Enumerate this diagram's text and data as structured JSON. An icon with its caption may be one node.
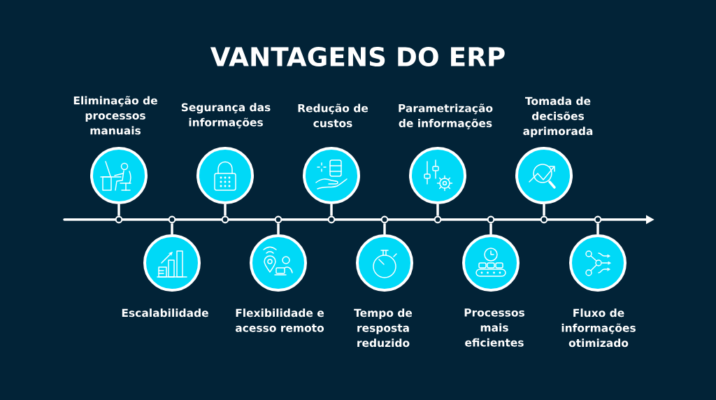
{
  "diagram": {
    "title": "VANTAGENS DO ERP",
    "nodes": [
      {
        "text": [
          "Eliminação de processos manuais"
        ]
      },
      {
        "text": [
          "Escalabilidade"
        ]
      },
      {
        "text": [
          "Segurança das informações"
        ]
      },
      {
        "text": [
          "Flexibilidade e acesso remoto"
        ]
      },
      {
        "text": [
          "Redução de custos"
        ]
      },
      {
        "text": [
          "Tempo de resposta reduzido"
        ]
      },
      {
        "text": [
          "Parametrização de informações"
        ]
      },
      {
        "text": [
          "Processos mais eficientes"
        ]
      },
      {
        "text": [
          "Tomada de decisões aprimorada"
        ]
      },
      {
        "text": [
          "Fluxo de informações otimizado"
        ]
      },
      {
        "text": [],
        "shape": "circle"
      },
      {
        "text": [],
        "shape": "circle"
      },
      {
        "text": [],
        "shape": "circle"
      },
      {
        "text": [],
        "shape": "circle"
      },
      {
        "text": [],
        "shape": "circle"
      },
      {
        "text": [],
        "shape": "circle"
      },
      {
        "text": [],
        "shape": "circle"
      },
      {
        "text": [],
        "shape": "circle"
      },
      {
        "text": [],
        "shape": "circle"
      },
      {
        "text": [],
        "shape": "circle"
      }
    ],
    "edges": [
      {
        "from": 0,
        "to": 10,
        "arrow": "none"
      },
      {
        "from": 1,
        "to": 11,
        "arrow": "none"
      },
      {
        "from": 2,
        "to": 12,
        "arrow": "none"
      },
      {
        "from": 3,
        "to": 13,
        "arrow": "none"
      },
      {
        "from": 4,
        "to": 14,
        "arrow": "none"
      },
      {
        "from": 5,
        "to": 15,
        "arrow": "none"
      },
      {
        "from": 6,
        "to": 16,
        "arrow": "none"
      },
      {
        "from": 7,
        "to": 17,
        "arrow": "none"
      },
      {
        "from": 8,
        "to": 18,
        "arrow": "none"
      },
      {
        "from": 9,
        "to": 19,
        "arrow": "none"
      }
    ]
  }
}
